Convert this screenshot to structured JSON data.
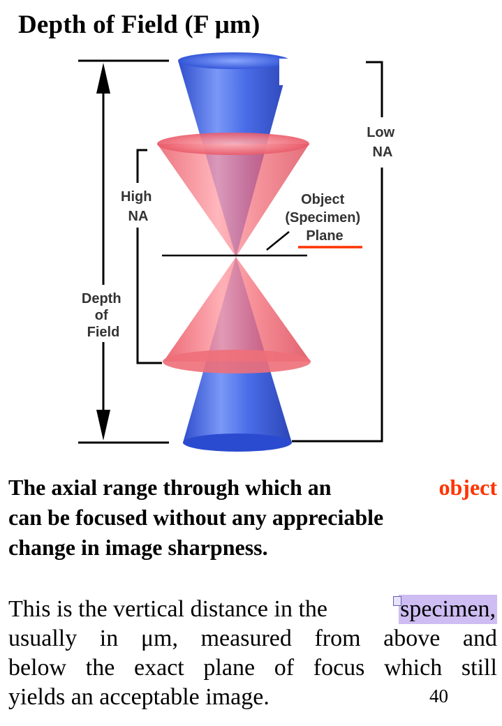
{
  "title": "Depth of Field  (F μm)",
  "figure": {
    "label_low_na_line1": "Low",
    "label_low_na_line2": "NA",
    "label_high_na_line1": "High",
    "label_high_na_line2": "NA",
    "label_object_line1": "Object",
    "label_object_line2": "(Specimen)",
    "label_object_line3": "Plane",
    "label_dof_line1": "Depth",
    "label_dof_line2": "of",
    "label_dof_line3": "Field",
    "colors": {
      "high_na_cone": "#f25a66",
      "low_na_cone": "#3d63e8",
      "plane_underline": "#ff3300"
    }
  },
  "definition": {
    "line1_prefix": "The axial range through which an",
    "line1_accent": "object",
    "line2": "can be focused without any appreciable",
    "line3": "change in image sharpness."
  },
  "description": {
    "line1_prefix": "This is the vertical distance in the",
    "line1_highlight": "specimen,",
    "line2": [
      "usually",
      "in",
      "μm,",
      "measured",
      "from",
      "above",
      "and"
    ],
    "line3": [
      "below",
      "the",
      "exact",
      "plane",
      "of",
      "focus",
      "which",
      "still"
    ],
    "line4": "yields an acceptable image."
  },
  "page_number": "40"
}
